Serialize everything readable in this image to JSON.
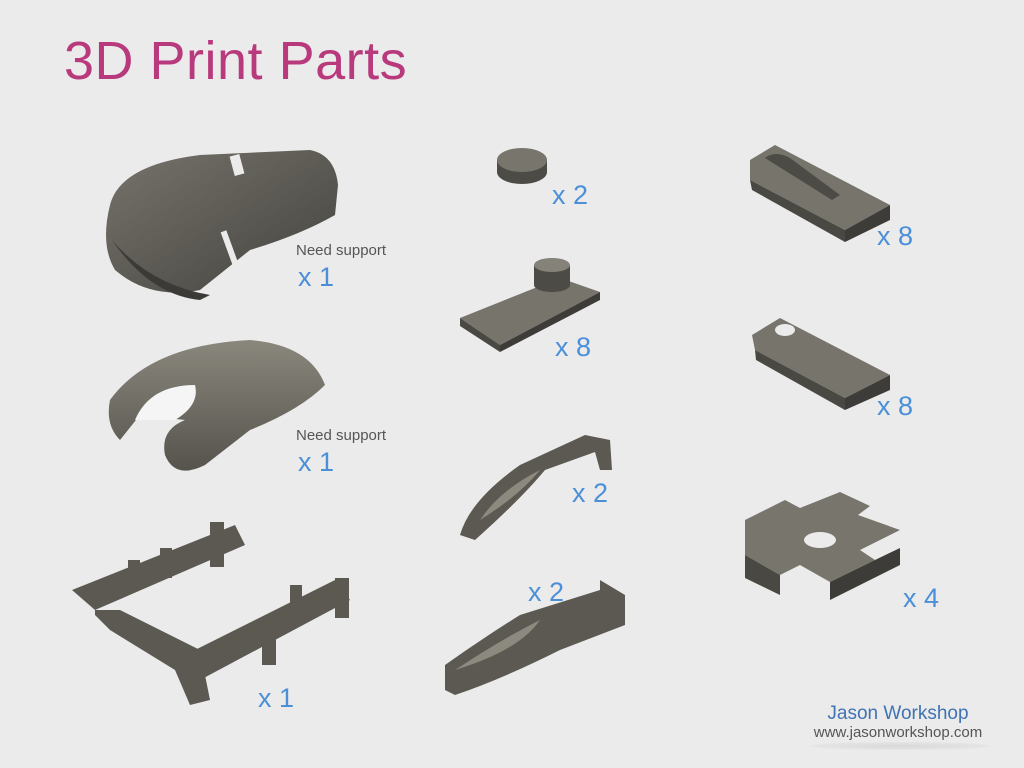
{
  "title": "3D Print Parts",
  "parts": [
    {
      "name": "top-cover",
      "note": "Need support",
      "qty": "x 1"
    },
    {
      "name": "bottom-cover",
      "note": "Need support",
      "qty": "x 1"
    },
    {
      "name": "frame",
      "qty": "x 1"
    },
    {
      "name": "round-knob",
      "qty": "x 2"
    },
    {
      "name": "plate-with-knob",
      "qty": "x 8"
    },
    {
      "name": "arm-left",
      "qty": "x 2"
    },
    {
      "name": "arm-right",
      "qty": "x 2"
    },
    {
      "name": "slot-plate",
      "qty": "x 8"
    },
    {
      "name": "hole-plate",
      "qty": "x 8"
    },
    {
      "name": "cross-connector",
      "qty": "x 4"
    }
  ],
  "footer": {
    "name": "Jason Workshop",
    "url": "www.jasonworkshop.com"
  },
  "colors": {
    "title": "#b83a7c",
    "qty": "#4a8fd8",
    "part": "#5b5952"
  }
}
